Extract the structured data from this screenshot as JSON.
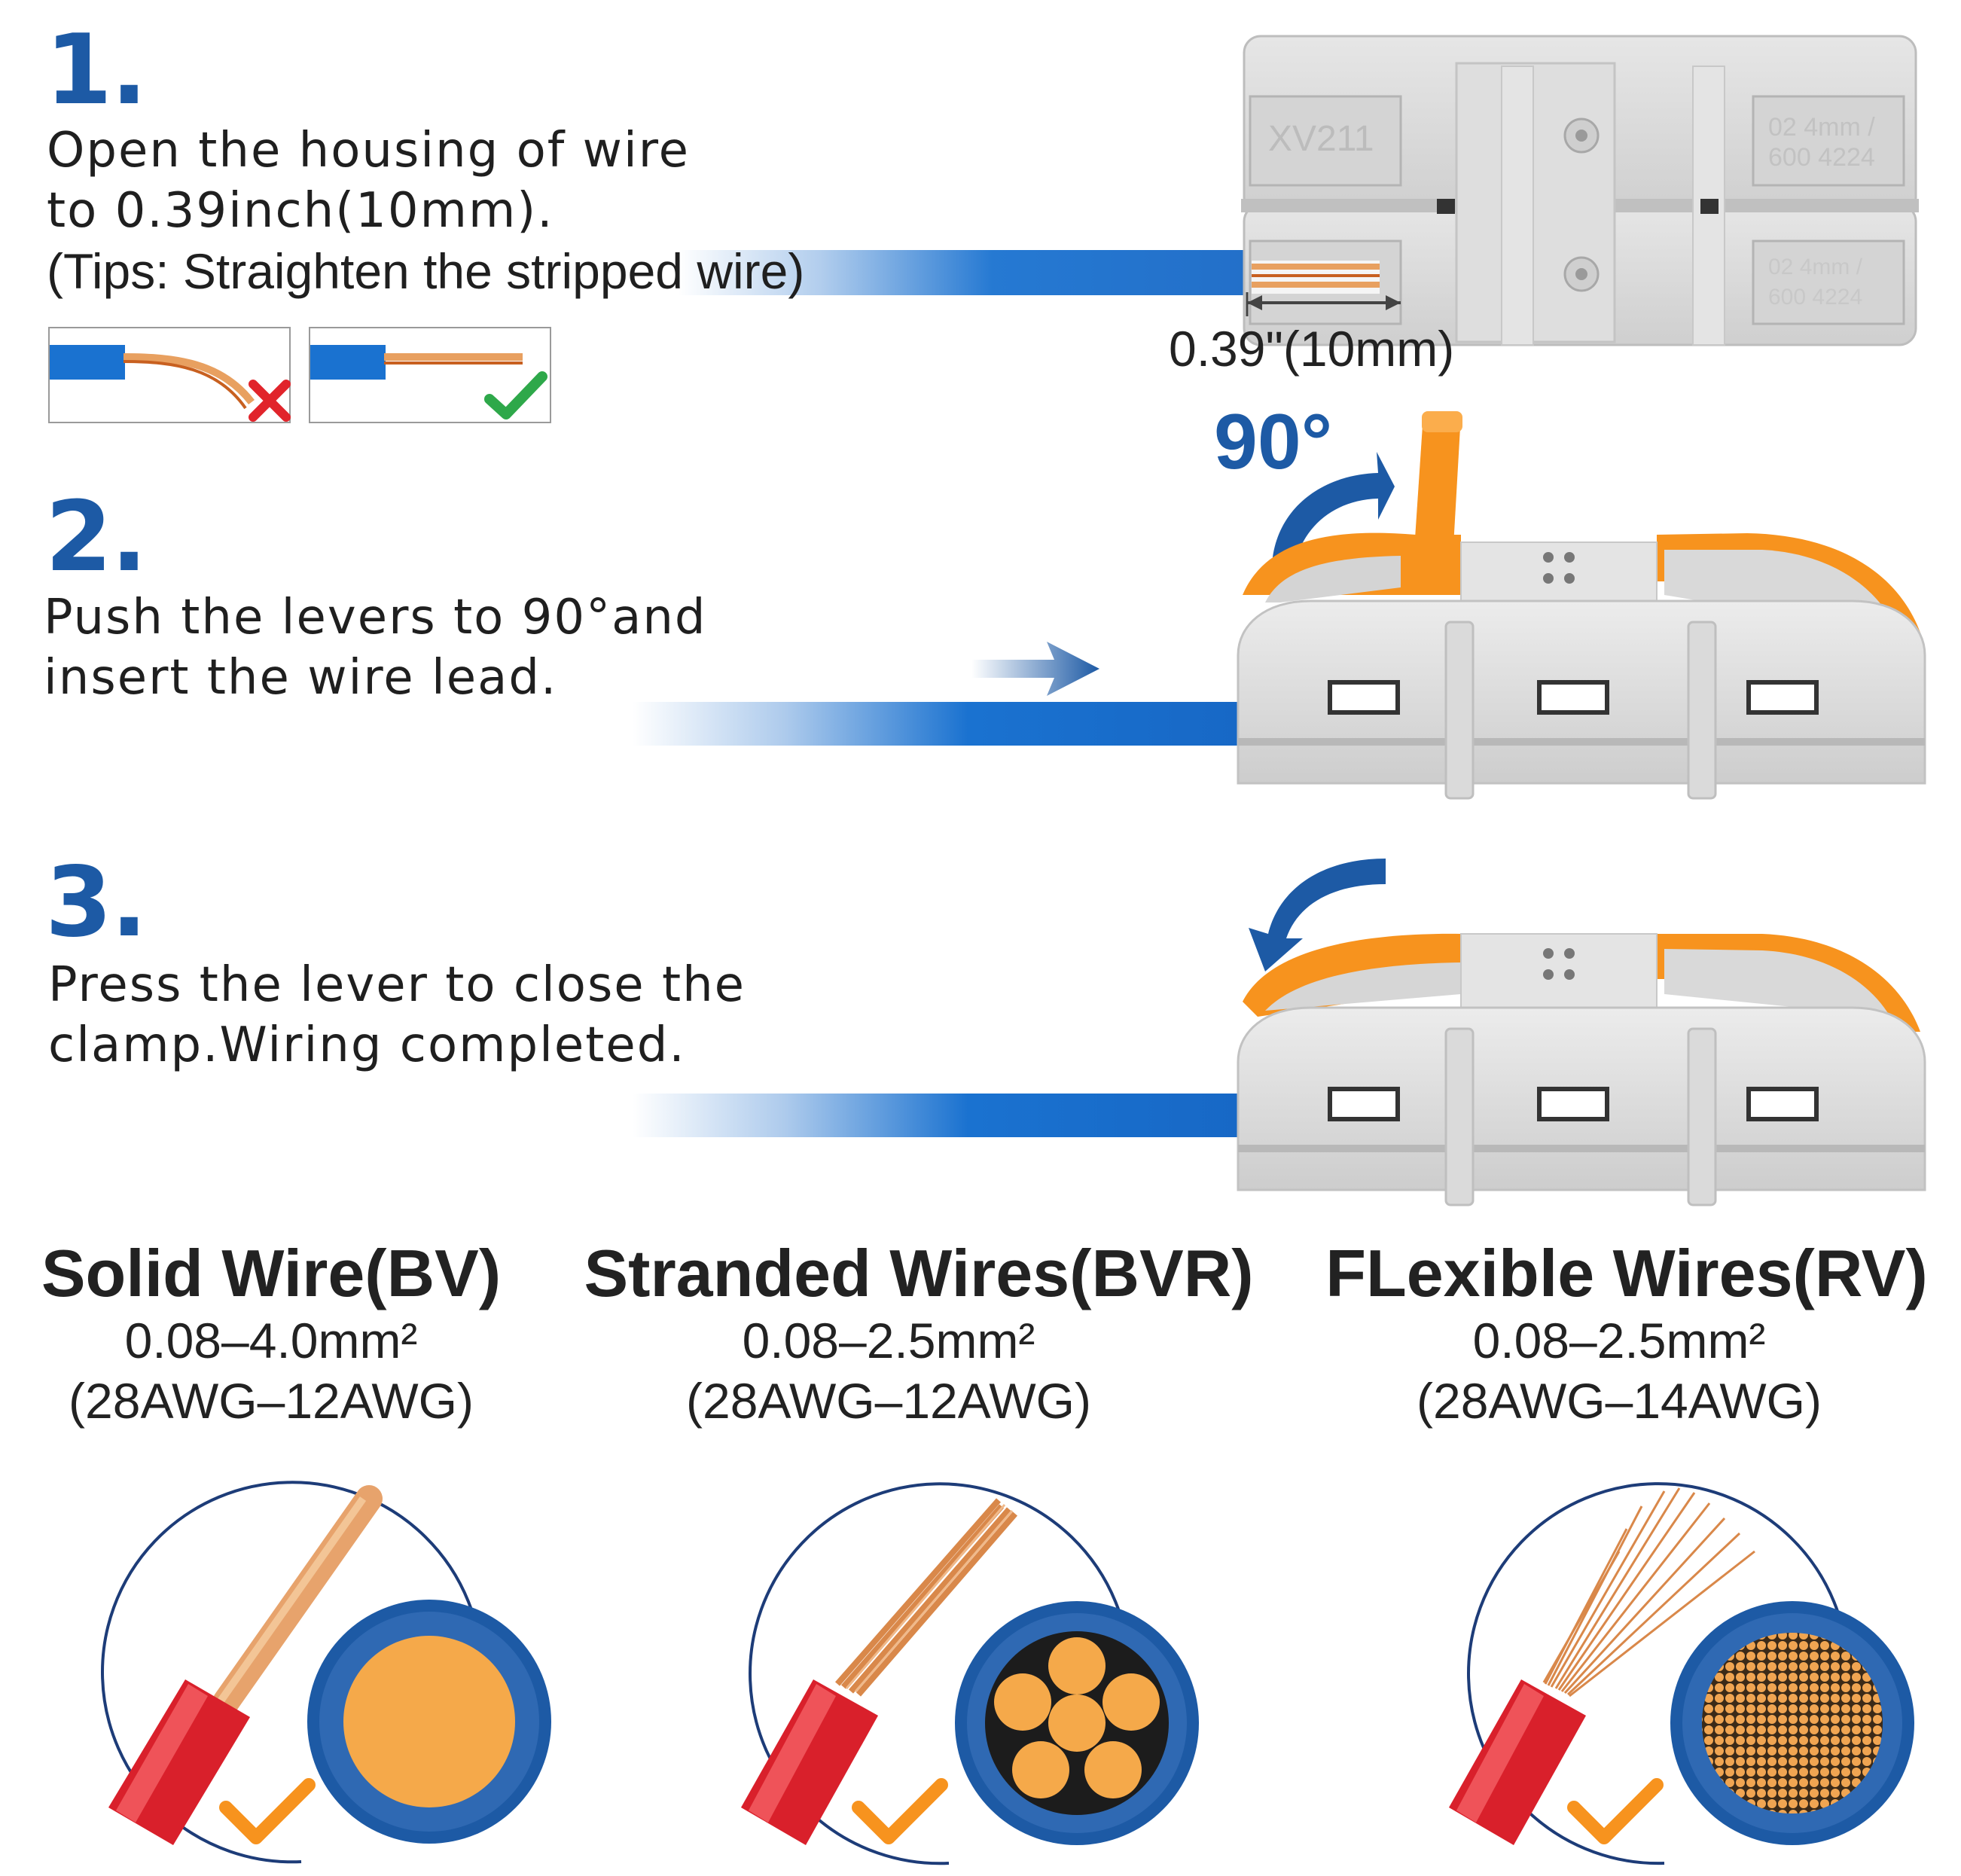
{
  "steps": [
    {
      "number": "1.",
      "lines": [
        "Open the housing of wire",
        "to 0.39inch(10mm)."
      ],
      "tip": "(Tips: Straighten the stripped wire)"
    },
    {
      "number": "2.",
      "lines": [
        "Push the levers to 90°and",
        "insert the wire lead."
      ]
    },
    {
      "number": "3.",
      "lines": [
        "Press the lever to close the",
        "clamp.Wiring completed."
      ]
    }
  ],
  "measurement": "0.39\"(10mm)",
  "angle_label": "90°",
  "connector_labels": {
    "top": "XV211",
    "right_top": "02 4mm / 600 4224",
    "right_bottom": "02 4mm / 600 4224"
  },
  "wire_types": [
    {
      "title": "Solid Wire(BV)",
      "area": "0.08–4.0mm²",
      "awg": "(28AWG–12AWG)"
    },
    {
      "title": "Stranded Wires(BVR)",
      "area": "0.08–2.5mm²",
      "awg": "(28AWG–12AWG)"
    },
    {
      "title": "FLexible Wires(RV)",
      "area": "0.08–2.5mm²",
      "awg": "(28AWG–14AWG)"
    }
  ],
  "colors": {
    "brand_blue": "#1d5aa5",
    "wire_blue": "#1768c6",
    "lever_orange": "#f7931e",
    "housing_gray": "#d9d9d9",
    "check_green": "#2ea84a",
    "cross_red": "#e1242b",
    "insulation_red": "#d9202b"
  },
  "icons": [
    "cross-icon",
    "check-icon",
    "rotate-arrow-icon",
    "insert-arrow-icon",
    "close-arrow-icon",
    "orange-check-icon"
  ]
}
